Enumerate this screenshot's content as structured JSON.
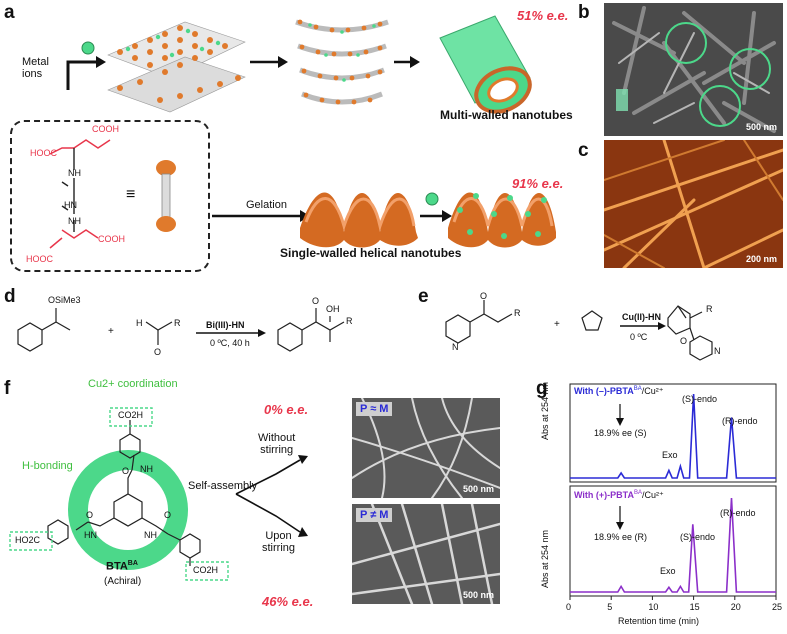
{
  "colors": {
    "accent_red": "#e8364b",
    "orange": "#e07a2c",
    "green": "#4cd88a",
    "purple": "#8b2fc9",
    "blue": "#2b2bd6"
  },
  "panel_a": {
    "letter": "a",
    "metal_ions": "Metal\nions",
    "ee_top": "51% e.e.",
    "multi_walled": "Multi-walled nanotubes",
    "gelation": "Gelation",
    "single_walled": "Single-walled helical nanotubes",
    "ee_bottom": "91% e.e.",
    "mol": {
      "cooh_top": "COOH",
      "hooc_left": "HOOC",
      "nh1": "NH",
      "hn": "HN",
      "nh2": "NH",
      "cooh_bottom": "COOH",
      "hooc_bottom": "HOOC",
      "equiv": "≡"
    }
  },
  "panel_b": {
    "letter": "b",
    "scale": "500 nm"
  },
  "panel_c": {
    "letter": "c",
    "scale": "200 nm"
  },
  "panel_d": {
    "letter": "d",
    "osime3": "OSiMe3",
    "plus": "+",
    "o": "O",
    "h": "H",
    "r": "R",
    "catalyst": "Bi(III)-HN",
    "conditions": "0 ºC, 40 h",
    "oh": "OH",
    "o2": "O",
    "r2": "R"
  },
  "panel_e": {
    "letter": "e",
    "n": "N",
    "o": "O",
    "r": "R",
    "plus": "+",
    "catalyst": "Cu(II)-HN",
    "conditions": "0 ºC",
    "r2": "R",
    "o2": "O",
    "n2": "N"
  },
  "panel_f": {
    "letter": "f",
    "cu_coord": "Cu2+ coordination",
    "h_bonding": "H-bonding",
    "co2h_top": "CO2H",
    "ho2c_left": "HO2C",
    "co2h_right": "CO2H",
    "o_labels": [
      "O",
      "O",
      "O"
    ],
    "nh_labels": [
      "NH",
      "NH",
      "HN"
    ],
    "bta": "BTA",
    "bta_sup": "BA",
    "achiral": "(Achiral)",
    "self_assembly": "Self-assembly",
    "without": "Without\nstirring",
    "upon": "Upon\nstirring",
    "ee_top": "0% e.e.",
    "ee_bottom": "46% e.e.",
    "pm_top": "P ≈ M",
    "pm_bottom": "P ≠ M",
    "scale_top": "500 nm",
    "scale_bottom": "500 nm"
  },
  "panel_g": {
    "letter": "g",
    "top_with": "With (–)-PBTA",
    "top_sup": "BA",
    "top_cu": "/Cu²⁺",
    "bottom_with": "With (+)-PBTA",
    "bottom_sup": "BA",
    "bottom_cu": "/Cu²⁺",
    "top_ee": "18.9% ee (S)",
    "bottom_ee": "18.9% ee (R)",
    "s_endo": "(S)-endo",
    "r_endo": "(R)-endo",
    "exo": "Exo",
    "ylabel": "Abs at 254 nm",
    "xlabel": "Retention time (min)",
    "xticks": [
      "0",
      "5",
      "10",
      "15",
      "20",
      "25"
    ]
  },
  "chart_data": [
    {
      "type": "line",
      "title": "",
      "xlabel": "",
      "ylabel": "Abs at 254 nm",
      "xlim": [
        0,
        25
      ],
      "series": [
        {
          "x": [
            0,
            5.8,
            6.2,
            6.6,
            11.6,
            12,
            12.4,
            13,
            13.4,
            13.8,
            14.5,
            15,
            15.5,
            19,
            19.6,
            20.2,
            25
          ],
          "y": [
            0,
            0,
            0.06,
            0,
            0,
            0.09,
            0,
            0,
            0.14,
            0,
            0,
            1.0,
            0,
            0,
            0.72,
            0,
            0
          ]
        }
      ]
    },
    {
      "type": "line",
      "title": "",
      "xlabel": "Retention time (min)",
      "ylabel": "Abs at 254 nm",
      "xlim": [
        0,
        25
      ],
      "series": [
        {
          "x": [
            0,
            5.8,
            6.2,
            6.6,
            11.6,
            12,
            12.4,
            13,
            13.4,
            13.8,
            14.4,
            14.9,
            15.5,
            19,
            19.6,
            20.2,
            25
          ],
          "y": [
            0,
            0,
            0.06,
            0,
            0,
            0.05,
            0,
            0,
            0.06,
            0,
            0,
            0.72,
            0,
            0,
            1.0,
            0,
            0
          ]
        }
      ]
    }
  ]
}
